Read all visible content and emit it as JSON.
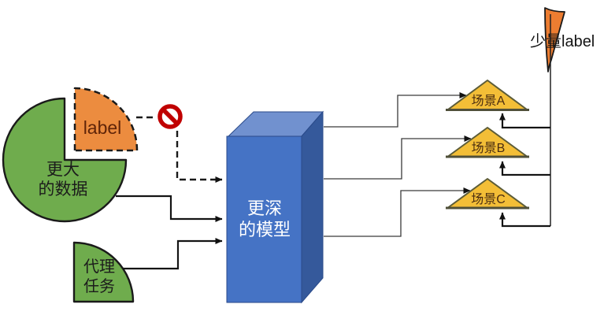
{
  "nodes": {
    "bigger_data": {
      "line1": "更大",
      "line2": "的数据"
    },
    "label_slice": {
      "text": "label"
    },
    "proxy_task": {
      "line1": "代理",
      "line2": "任务"
    },
    "deeper_model": {
      "line1": "更深",
      "line2": "的模型"
    },
    "scenario_a": {
      "text": "场景A"
    },
    "scenario_b": {
      "text": "场景B"
    },
    "scenario_c": {
      "text": "场景C"
    },
    "few_labels": {
      "text": "少量label"
    }
  },
  "icons": {
    "prohibition": "no-entry-sign"
  },
  "colors": {
    "green": "#6FAC4D",
    "orange": "#EC8C3F",
    "orange_flag": "#ED7D31",
    "blue_front": "#4573C5",
    "blue_top": "#7191CF",
    "blue_side": "#35599B",
    "gold": "#F3BE37",
    "red": "#C00000",
    "outline": "#1a1a1a"
  }
}
